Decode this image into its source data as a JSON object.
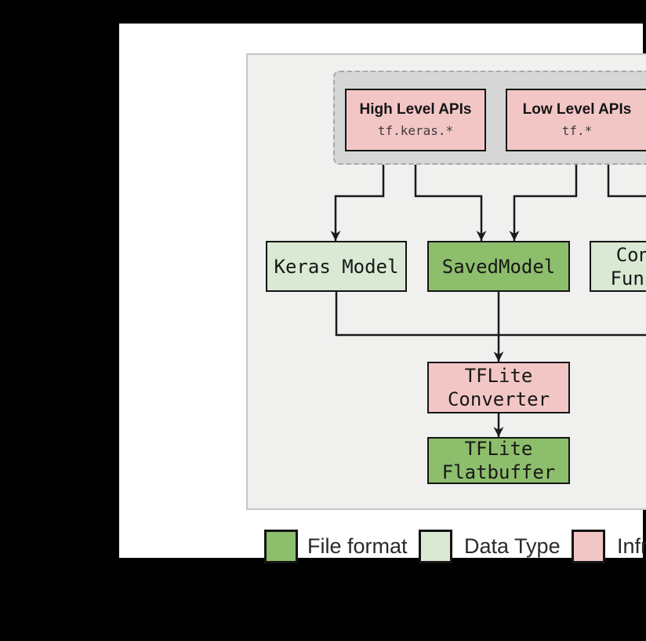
{
  "diagram": {
    "api_container": {
      "high_level": {
        "title": "High Level APIs",
        "code": "tf.keras.*"
      },
      "low_level": {
        "title": "Low Level APIs",
        "code": "tf.*"
      }
    },
    "nodes": {
      "keras_model": {
        "label": "Keras Model",
        "category": "Data Type"
      },
      "saved_model": {
        "label": "SavedModel",
        "category": "File format"
      },
      "concrete_functions": {
        "label": "Concrete\nFunctions",
        "category": "Data Type"
      },
      "tflite_converter": {
        "label": "TFLite\nConverter",
        "category": "Infrastructure"
      },
      "tflite_flatbuffer": {
        "label": "TFLite\nFlatbuffer",
        "category": "File format"
      }
    },
    "colors": {
      "file_format_green": "#8dbe6c",
      "data_type_green": "#d9e9d3",
      "infrastructure_pink": "#f3c6c6",
      "panel_background": "#f0f0ef",
      "dashed_group_background": "#d6d6d6",
      "connector_black": "#1a1a1a",
      "page_background": "#000000"
    }
  },
  "legend": {
    "items": [
      {
        "label": "File format",
        "color": "#8dbe6c"
      },
      {
        "label": "Data Type",
        "color": "#d9e9d3"
      },
      {
        "label": "Infrastructure",
        "color": "#f3c6c6"
      }
    ]
  }
}
